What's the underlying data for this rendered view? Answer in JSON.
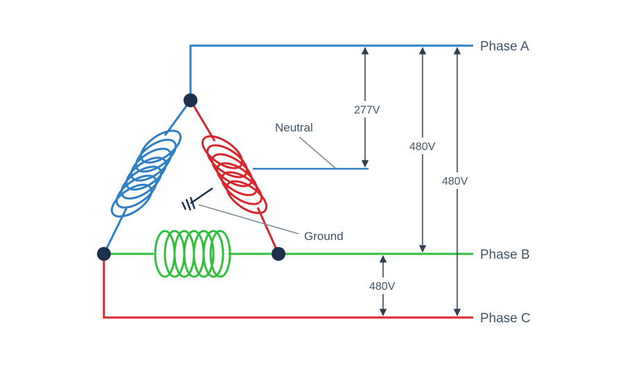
{
  "labels": {
    "phase_a": "Phase A",
    "phase_b": "Phase B",
    "phase_c": "Phase C",
    "neutral": "Neutral",
    "ground": "Ground",
    "v_an": "277V",
    "v_ab": "480V",
    "v_ac": "480V",
    "v_bc": "480V"
  },
  "colors": {
    "phase_a": "#2e7fc6",
    "phase_b": "#2fbf3a",
    "phase_c": "#d9262c",
    "node": "#1c2f4d",
    "arrow": "#2f3f52",
    "text": "#41556a",
    "callout": "#7a8a99"
  }
}
